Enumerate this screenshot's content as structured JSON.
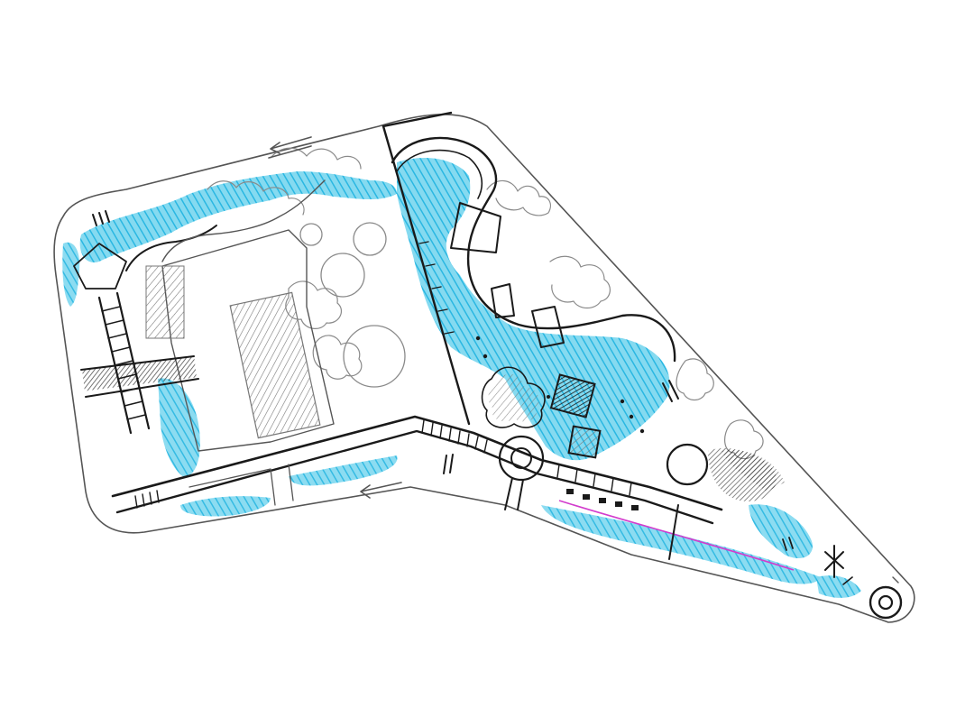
{
  "title": "",
  "colors": {
    "water": "#3cc3e6",
    "ink": "#1a1a1a",
    "pencil": "#555555",
    "soft_pencil": "#8a8a8a",
    "magenta": "#d23ccd",
    "paper": "#ffffff"
  },
  "features": [
    "site-boundary",
    "water-bodies",
    "boardwalk-pier",
    "central-lawn",
    "promenade-path",
    "roundabout-plazas",
    "pavilions",
    "tree-clusters",
    "direction-arrows",
    "tip-roundabout"
  ]
}
